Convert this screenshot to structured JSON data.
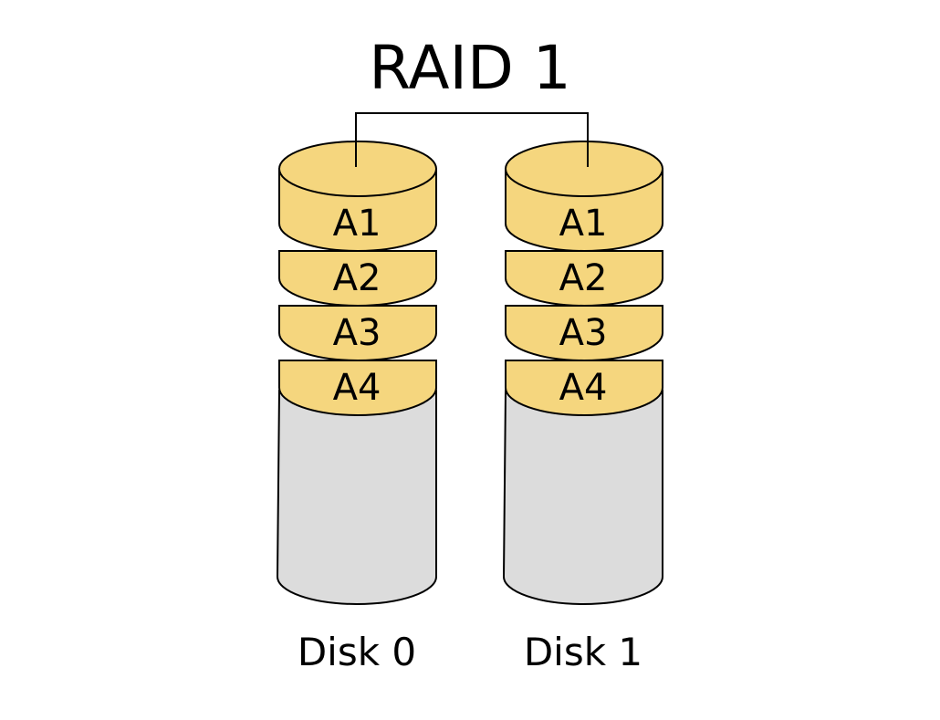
{
  "diagram": {
    "title": "RAID 1",
    "colors": {
      "block_fill": "#f5d67e",
      "empty_fill": "#dcdcdc",
      "stroke": "#000000",
      "background": "#ffffff"
    },
    "disks": [
      {
        "label": "Disk 0",
        "blocks": [
          "A1",
          "A2",
          "A3",
          "A4"
        ]
      },
      {
        "label": "Disk 1",
        "blocks": [
          "A1",
          "A2",
          "A3",
          "A4"
        ]
      }
    ]
  }
}
